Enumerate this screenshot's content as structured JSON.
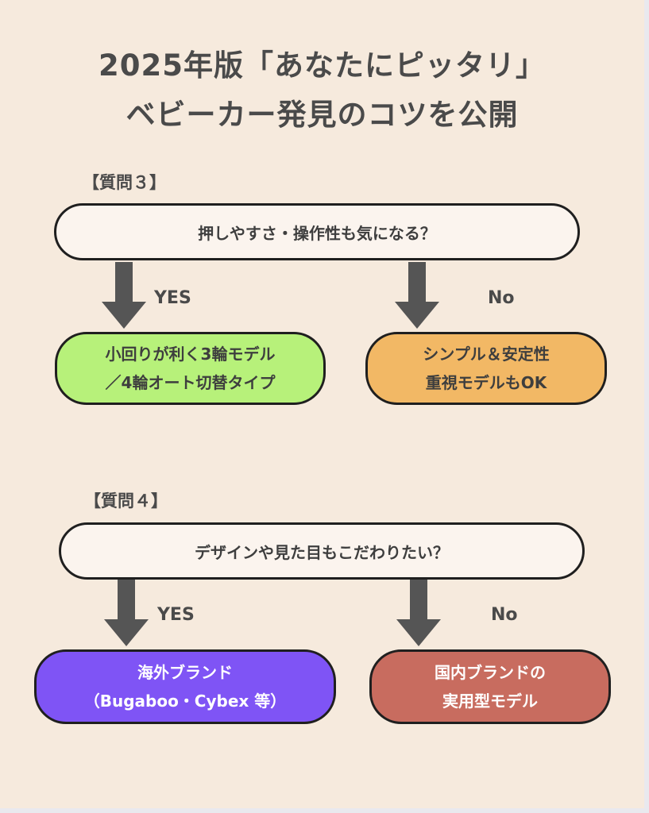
{
  "title": {
    "line1": "2025年版「あなたにピッタリ」",
    "line2": "ベビーカー発見のコツを公開"
  },
  "question3": {
    "label": "【質問３】",
    "text": "押しやすさ・操作性も気になる？",
    "yes_label": "YES",
    "no_label": "No",
    "yes_answer": [
      "小回りが利く3輪モデル",
      "／4輪オート切替タイプ"
    ],
    "no_answer": [
      "シンプル＆安定性",
      "重視モデルもOK"
    ]
  },
  "question4": {
    "label": "【質問４】",
    "text": "デザインや見た目もこだわりたい？",
    "yes_label": "YES",
    "no_label": "No",
    "yes_answer": [
      "海外ブランド",
      "（Bugaboo・Cybex 等）"
    ],
    "no_answer": [
      "国内ブランドの",
      "実用型モデル"
    ]
  },
  "colors": {
    "background": "#f6eadd",
    "question_fill": "#fbf4ee",
    "q3_yes_fill": "#b7f17a",
    "q3_no_fill": "#f2b865",
    "q4_yes_fill": "#7f54f5",
    "q4_no_fill": "#c86c5f",
    "arrow": "#555555",
    "outline": "#1f1f1f"
  }
}
